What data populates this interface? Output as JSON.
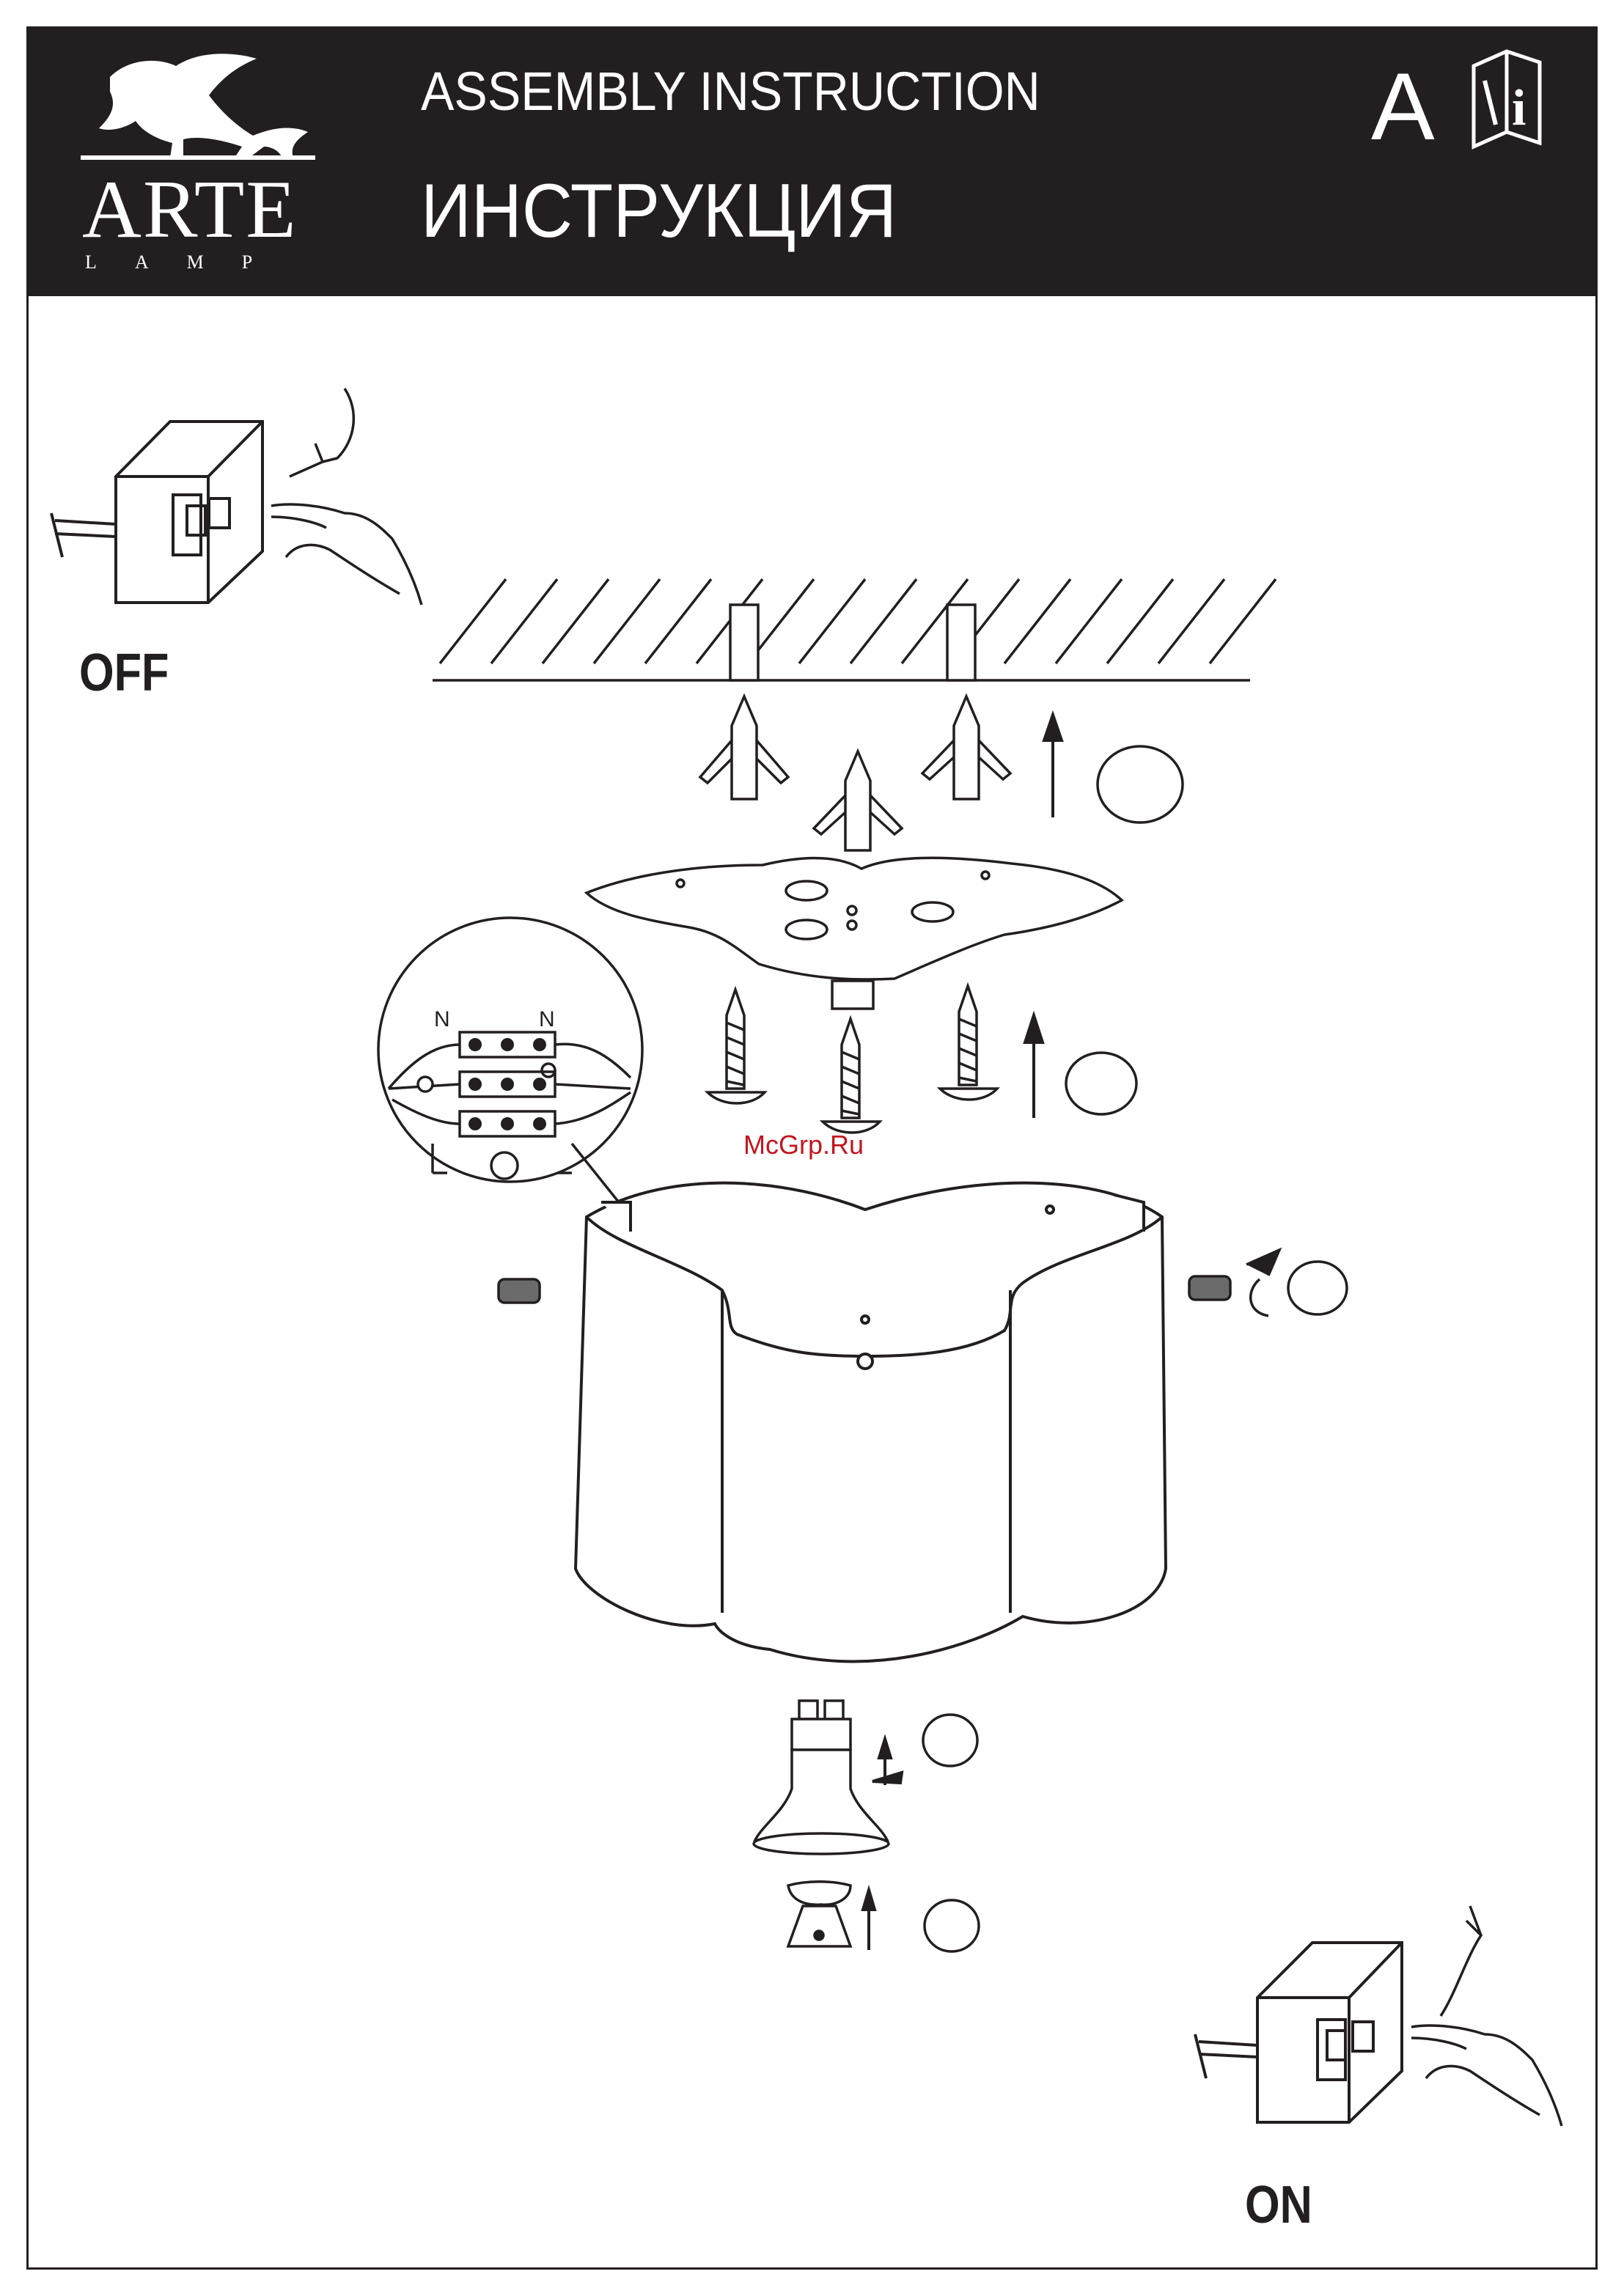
{
  "header": {
    "title_en": "ASSEMBLY  INSTRUCTION",
    "title_ru": "ИНСТРУКЦИЯ",
    "brand_name": "ARTE",
    "brand_sub": "LAMP",
    "instruction_mark": "A"
  },
  "switch_off": {
    "label": "OFF"
  },
  "switch_on": {
    "label": "ON"
  },
  "wiring": {
    "terminal_letters": [
      "N",
      "N"
    ]
  },
  "watermark": "McGrp.Ru",
  "colors": {
    "header_bg": "#231f20",
    "line": "#231f20",
    "watermark": "#c4151c"
  }
}
